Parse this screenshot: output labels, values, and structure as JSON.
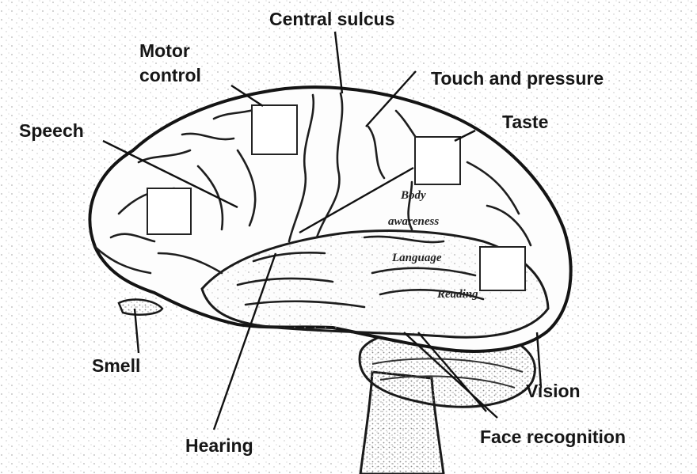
{
  "diagram": {
    "labels": {
      "central_sulcus": "Central sulcus",
      "motor_control_line1": "Motor",
      "motor_control_line2": "control",
      "touch_and_pressure": "Touch and pressure",
      "speech": "Speech",
      "taste": "Taste",
      "smell": "Smell",
      "vision": "Vision",
      "hearing": "Hearing",
      "face_recognition": "Face recognition"
    },
    "inner_labels": {
      "body": "Body",
      "awareness": "awareness",
      "language": "Language",
      "reading": "Reading"
    },
    "colors": {
      "ink": "#161616",
      "background": "#ffffff",
      "stipple": "#b8b8b8"
    }
  }
}
